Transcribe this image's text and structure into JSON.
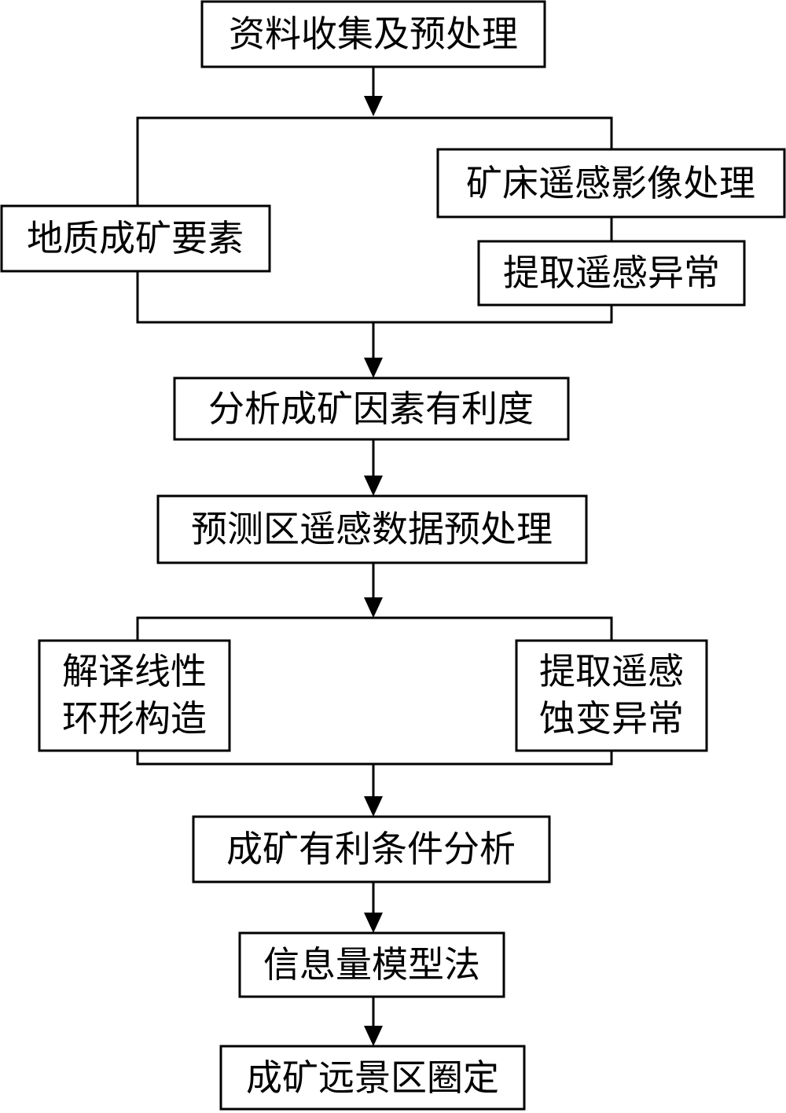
{
  "flowchart": {
    "step_collect": "资料收集及预处理",
    "geology_factors": "地质成矿要素",
    "deposit_image_processing": "矿床遥感影像处理",
    "extract_anomaly": "提取遥感异常",
    "favorability_analysis": "分析成矿因素有利度",
    "prediction_preprocess": "预测区遥感数据预处理",
    "interpret_structures": [
      "解译线性",
      "环形构造"
    ],
    "extract_alteration": [
      "提取遥感",
      "蚀变异常"
    ],
    "favorable_conditions": "成矿有利条件分析",
    "info_model": "信息量模型法",
    "prospect_delineation": "成矿远景区圈定"
  }
}
